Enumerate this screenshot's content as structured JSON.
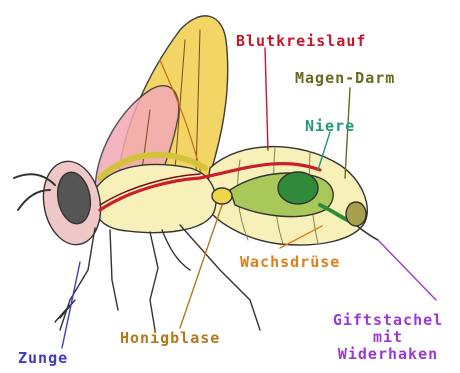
{
  "diagram": {
    "labels": {
      "blutkreislauf": {
        "text": "Blutkreislauf",
        "color": "#c8162b"
      },
      "magen_darm": {
        "text": "Magen-Darm",
        "color": "#6a6a1e"
      },
      "niere": {
        "text": "Niere",
        "color": "#1e9a78"
      },
      "wachsdruese": {
        "text": "Wachsdrüse",
        "color": "#e07f1a"
      },
      "honigblase": {
        "text": "Honigblase",
        "color": "#b3791a"
      },
      "zunge": {
        "text": "Zunge",
        "color": "#3b3ec4"
      },
      "giftstachel": {
        "lines": [
          "Giftstachel",
          "mit",
          "Widerhaken"
        ],
        "color": "#9a3ad6"
      }
    }
  }
}
